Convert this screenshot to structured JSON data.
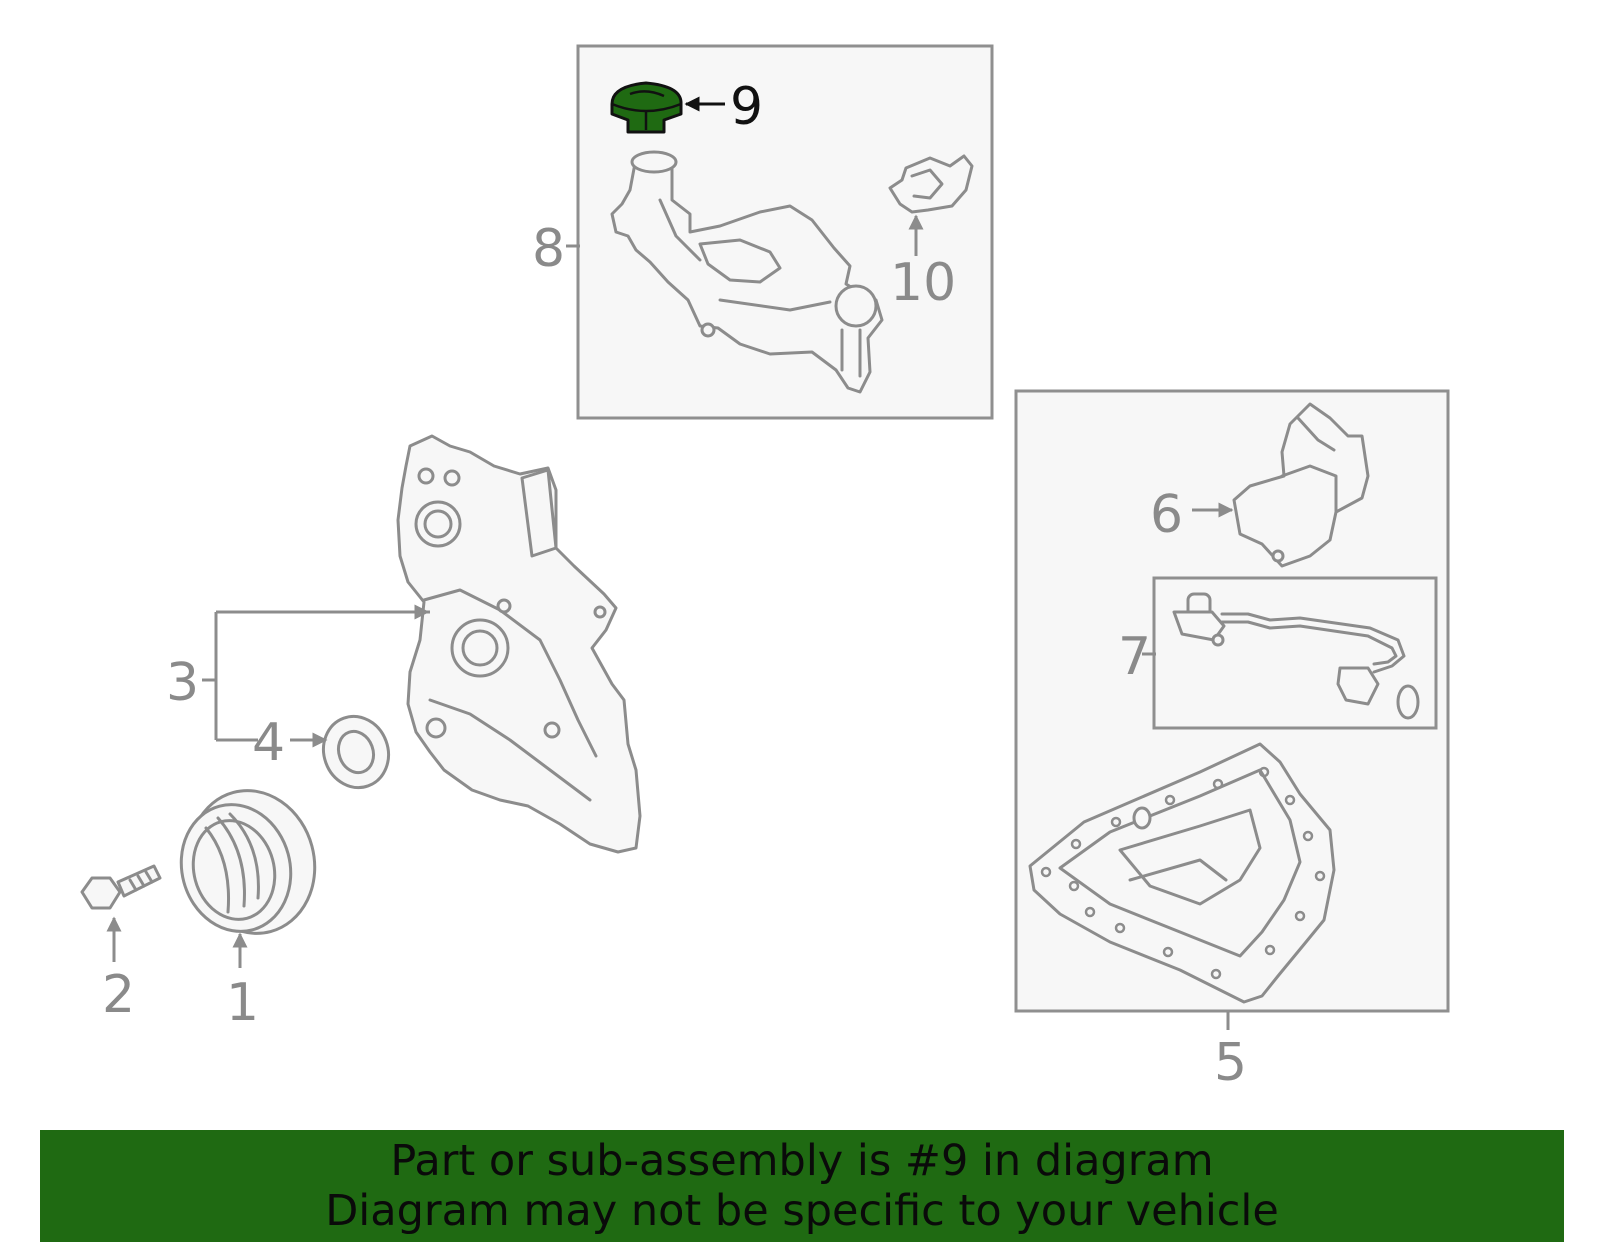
{
  "callouts": {
    "c1": "1",
    "c2": "2",
    "c3": "3",
    "c4": "4",
    "c5": "5",
    "c6": "6",
    "c7": "7",
    "c8": "8",
    "c9": "9",
    "c10": "10"
  },
  "highlight": {
    "part": "9",
    "color": "#1f6a12"
  },
  "banner": {
    "line1": "Part or sub-assembly is #9 in diagram",
    "line2": "Diagram may not be specific to your vehicle",
    "background": "#1f6a12"
  }
}
